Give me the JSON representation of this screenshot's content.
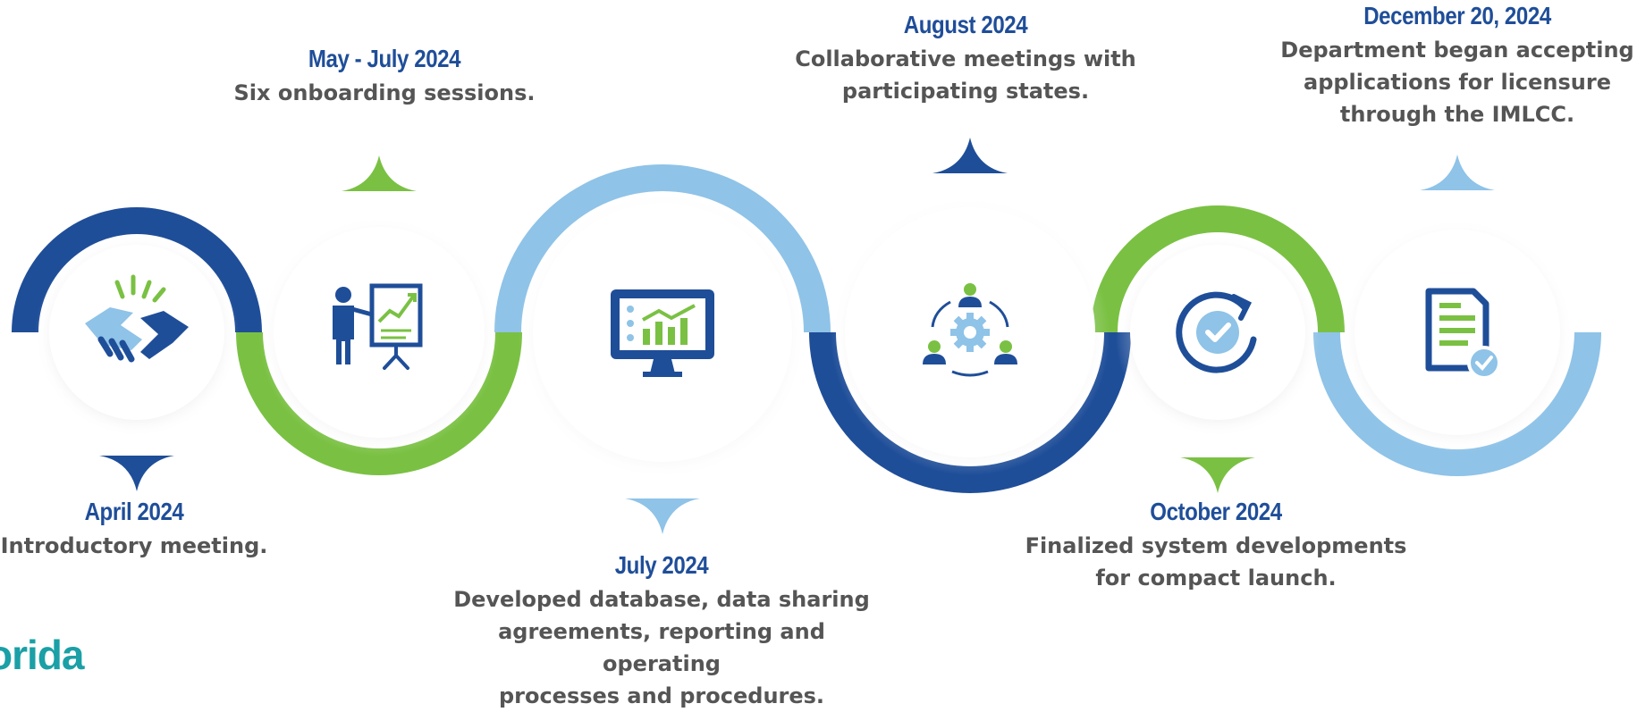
{
  "colors": {
    "dark_blue": "#1f4e99",
    "green": "#7ac143",
    "light_blue": "#8fc3e8",
    "icon_blue": "#1f4e99",
    "icon_light_blue": "#8fc3e8",
    "icon_green": "#7ac143",
    "text_gray": "#555555",
    "brand_teal": "#1aa0a6"
  },
  "milestones": [
    {
      "date": "April 2024",
      "description": "Introductory meeting.",
      "icon": "handshake-icon",
      "ring_color": "dark_blue"
    },
    {
      "date": "May - July 2024",
      "description": "Six onboarding sessions.",
      "icon": "presentation-icon",
      "ring_color": "green"
    },
    {
      "date": "July 2024",
      "description": "Developed database, data sharing\nagreements, reporting and operating\nprocesses and procedures.",
      "icon": "monitor-chart-icon",
      "ring_color": "light_blue"
    },
    {
      "date": "August 2024",
      "description": "Collaborative meetings with\nparticipating states.",
      "icon": "team-collaboration-icon",
      "ring_color": "dark_blue"
    },
    {
      "date": "October 2024",
      "description": "Finalized system developments\nfor compact launch.",
      "icon": "refresh-check-icon",
      "ring_color": "green"
    },
    {
      "date": "December 20, 2024",
      "description": "Department began accepting\napplications for licensure\nthrough the IMLCC.",
      "icon": "document-check-icon",
      "ring_color": "light_blue"
    }
  ],
  "branding": {
    "logo_text": "orida"
  }
}
